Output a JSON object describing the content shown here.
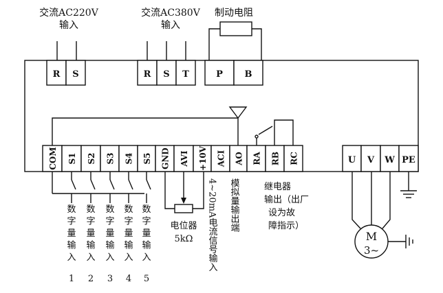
{
  "top_labels": {
    "ac220": [
      "交流AC220V",
      "输入"
    ],
    "ac380": [
      "交流AC380V",
      "输入"
    ],
    "brake": "制动电阻"
  },
  "power_terminals": {
    "ac220": [
      "R",
      "S"
    ],
    "ac380": [
      "R",
      "S",
      "T"
    ],
    "brake": [
      "P",
      "B"
    ]
  },
  "control_terminals": [
    "COM",
    "S1",
    "S2",
    "S3",
    "S4",
    "S5",
    "GND",
    "AVI",
    "+10V",
    "ACI",
    "AO",
    "RA",
    "RB",
    "RC"
  ],
  "output_terminals": [
    "U",
    "V",
    "W",
    "PE"
  ],
  "digital_input_chars": [
    "数",
    "字",
    "量",
    "输",
    "入"
  ],
  "digital_input_numbers": [
    "1",
    "2",
    "3",
    "4",
    "5"
  ],
  "potentiometer": [
    "电位器",
    "5kΩ"
  ],
  "aci_label": "4~20mA电流信号输入",
  "ao_label": "模拟量输出端",
  "relay_label": [
    "继电器",
    "输出（出厂",
    "设为故",
    "障指示）"
  ],
  "motor": [
    "M",
    "3~"
  ]
}
